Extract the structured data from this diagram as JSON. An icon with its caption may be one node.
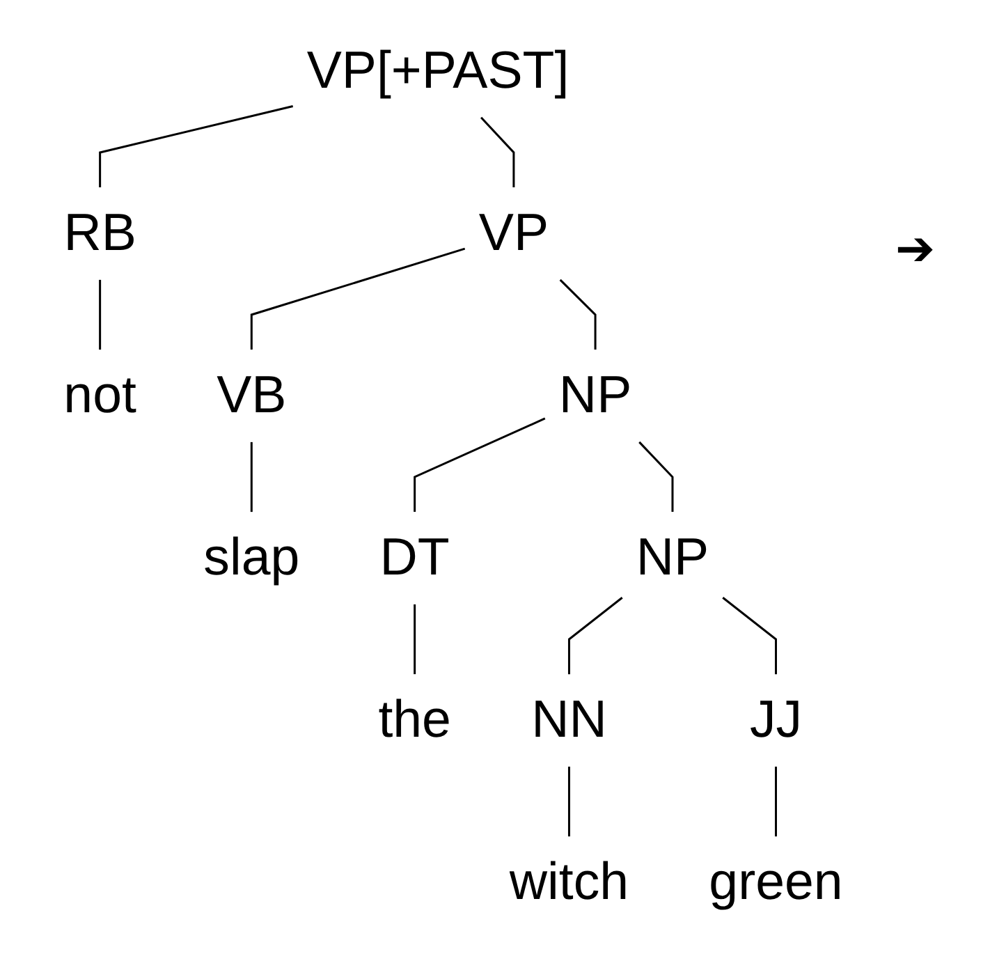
{
  "diagram": {
    "nodes": [
      {
        "text": [
          "VP[+PAST]"
        ]
      },
      {
        "text": [
          "RB"
        ]
      },
      {
        "text": [
          "VP"
        ]
      },
      {
        "text": [
          "not"
        ]
      },
      {
        "text": [
          "VB"
        ]
      },
      {
        "text": [
          "NP"
        ]
      },
      {
        "text": [
          "slap"
        ]
      },
      {
        "text": [
          "DT"
        ]
      },
      {
        "text": [
          "NP"
        ]
      },
      {
        "text": [
          "the"
        ]
      },
      {
        "text": [
          "NN"
        ]
      },
      {
        "text": [
          "JJ"
        ]
      },
      {
        "text": [
          "witch"
        ]
      },
      {
        "text": [
          "green"
        ]
      }
    ],
    "edges": [
      {
        "from": 0,
        "to": 1,
        "arrow": "none"
      },
      {
        "from": 0,
        "to": 2,
        "arrow": "none"
      },
      {
        "from": 1,
        "to": 3,
        "arrow": "none"
      },
      {
        "from": 2,
        "to": 4,
        "arrow": "none"
      },
      {
        "from": 2,
        "to": 5,
        "arrow": "none"
      },
      {
        "from": 4,
        "to": 6,
        "arrow": "none"
      },
      {
        "from": 5,
        "to": 7,
        "arrow": "none"
      },
      {
        "from": 5,
        "to": 8,
        "arrow": "none"
      },
      {
        "from": 7,
        "to": 9,
        "arrow": "none"
      },
      {
        "from": 8,
        "to": 10,
        "arrow": "none"
      },
      {
        "from": 8,
        "to": 11,
        "arrow": "none"
      },
      {
        "from": 10,
        "to": 12,
        "arrow": "none"
      },
      {
        "from": 11,
        "to": 13,
        "arrow": "none"
      }
    ],
    "labels": [
      "➔"
    ]
  }
}
